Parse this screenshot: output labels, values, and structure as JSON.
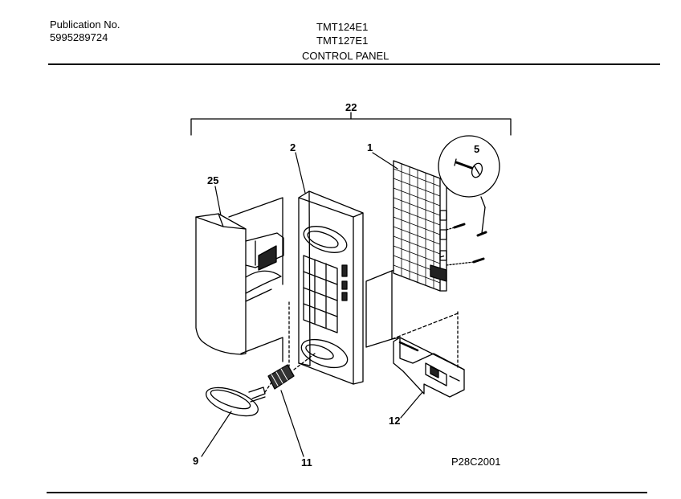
{
  "header": {
    "publication_label": "Publication No.",
    "publication_number": "5995289724",
    "model_1": "TMT124E1",
    "model_2": "TMT127E1",
    "section_title": "CONTROL PANEL"
  },
  "callouts": {
    "c22": "22",
    "c2": "2",
    "c1": "1",
    "c5": "5",
    "c25": "25",
    "c12": "12",
    "c9": "9",
    "c11": "11"
  },
  "footer": {
    "drawing_code": "P28C2001"
  }
}
